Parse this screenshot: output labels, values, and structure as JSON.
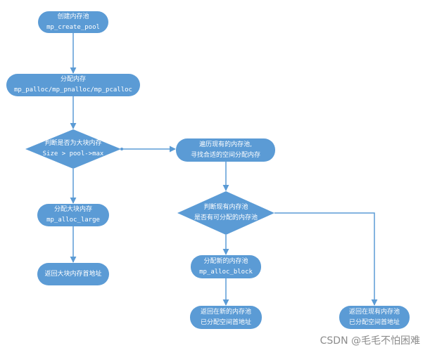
{
  "nodes": {
    "create_pool": {
      "line1": "创建内存池",
      "line2": "mp_create_pool"
    },
    "alloc_memory": {
      "line1": "分配内存",
      "line2": "mp_palloc/mp_pnalloc/mp_pcalloc"
    },
    "check_large": {
      "line1": "判断是否为大块内存",
      "line2": "Size > pool->max"
    },
    "alloc_large": {
      "line1": "分配大块内存",
      "line2": "mp_alloc_large"
    },
    "return_large": {
      "line1": "返回大块内存首地址"
    },
    "traverse_pools": {
      "line1": "遍历现有的内存池,",
      "line2": "寻找合适的空间分配内存"
    },
    "check_pool": {
      "line1": "判断现有内存池",
      "line2": "是否有可分配的内存池"
    },
    "alloc_block": {
      "line1": "分配新的内存池",
      "line2": "mp_alloc_block"
    },
    "return_new": {
      "line1": "返回在新的内存池",
      "line2": "已分配空间首地址"
    },
    "return_existing": {
      "line1": "返回在现有内存池",
      "line2": "已分配空间首地址"
    }
  },
  "watermark": "CSDN @毛毛不怕困难",
  "colors": {
    "node_fill": "#5b9bd5",
    "edge": "#5b9bd5",
    "text": "#ffffff",
    "watermark": "#8c8c8c"
  }
}
